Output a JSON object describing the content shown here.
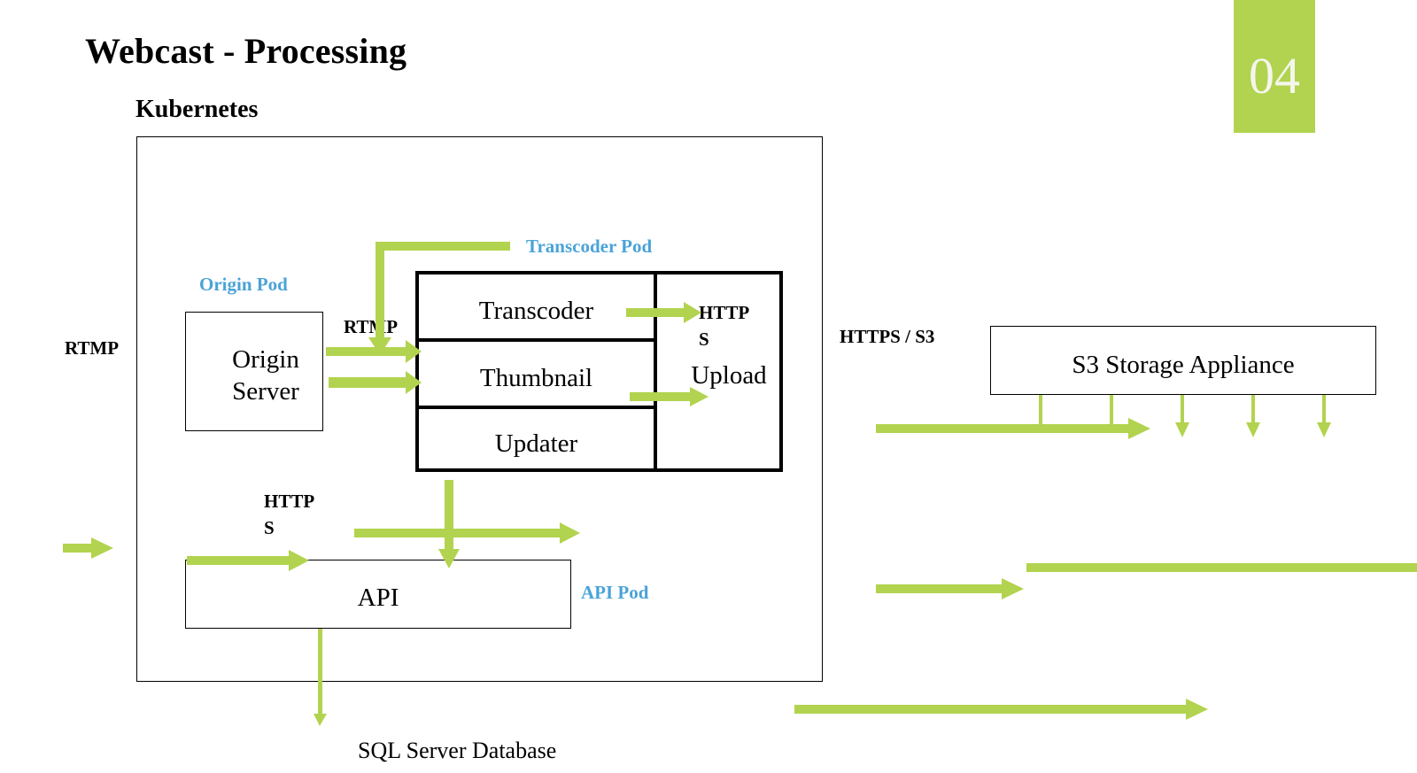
{
  "slide": {
    "title": "Webcast - Processing",
    "page_number": "04",
    "accent_color": "#b2d34f",
    "pod_label_color": "#4aa3d8"
  },
  "kubernetes": {
    "label": "Kubernetes"
  },
  "components": {
    "origin_server": {
      "line1": "Origin",
      "line2": "Server",
      "pod_label": "Origin Pod"
    },
    "transcoder": {
      "label": "Transcoder",
      "pod_label": "Transcoder Pod"
    },
    "thumbnail": {
      "label": "Thumbnail"
    },
    "updater": {
      "label": "Updater"
    },
    "upload": {
      "label": "Upload"
    },
    "api": {
      "label": "API",
      "pod_label": "API Pod"
    },
    "s3_storage": {
      "label": "S3 Storage Appliance"
    },
    "sql_database": {
      "label": "SQL Server Database"
    }
  },
  "protocols": {
    "rtmp_external": "RTMP",
    "rtmp_internal": "RTMP",
    "https_upload_line1": "HTTP",
    "https_upload_line2": "S",
    "https_api_line1": "HTTP",
    "https_api_line2": "S",
    "https_s3": "HTTPS / S3"
  }
}
